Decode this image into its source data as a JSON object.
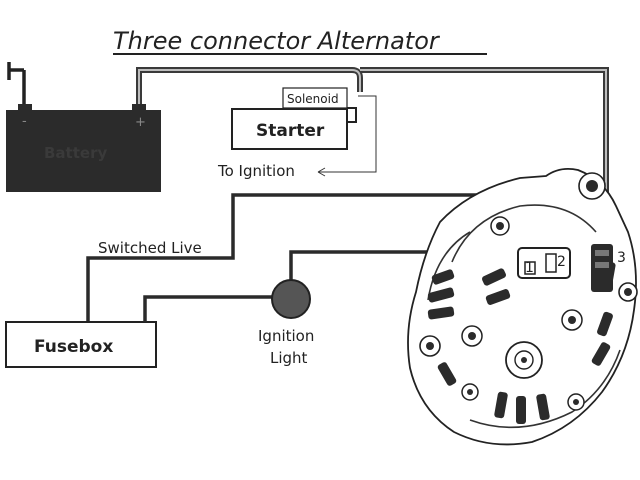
{
  "title": "Three connector Alternator",
  "battery": {
    "label": "Battery",
    "neg": "-",
    "pos": "+"
  },
  "solenoid": {
    "label": "Solenoid"
  },
  "starter": {
    "label": "Starter"
  },
  "to_ignition": {
    "label": "To Ignition"
  },
  "switched_live": {
    "label": "Switched Live"
  },
  "fusebox": {
    "label": "Fusebox"
  },
  "ignition_light": {
    "line1": "Ignition",
    "line2": "Light"
  },
  "alternator": {
    "pin1": "1",
    "pin2": "2",
    "pin3": "3"
  },
  "colors": {
    "battery_fill": "#2b2b2b",
    "lamp_fill": "#555555",
    "wire": "#2a2a2a"
  }
}
